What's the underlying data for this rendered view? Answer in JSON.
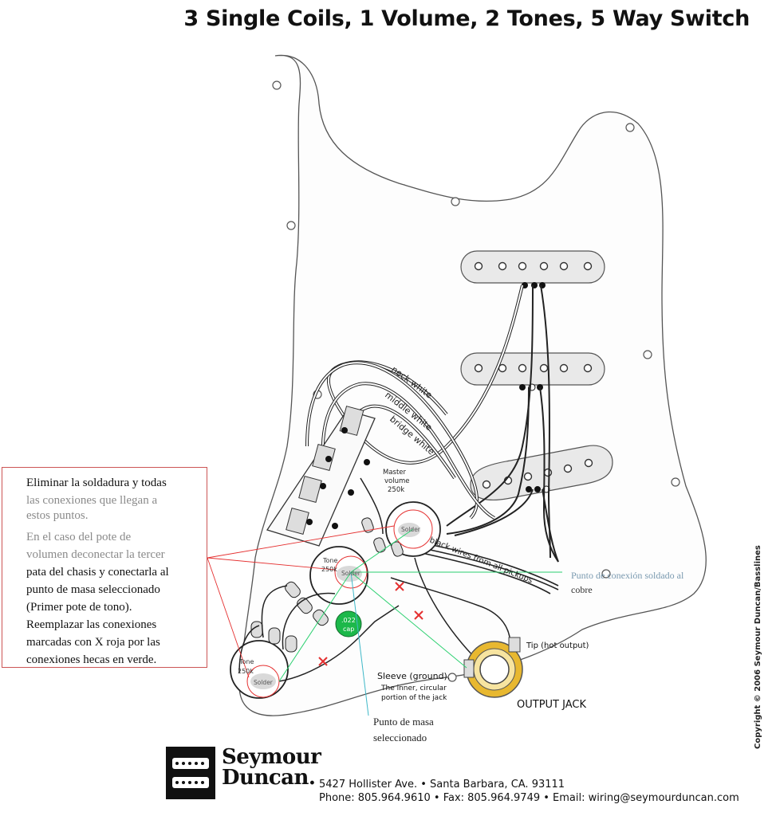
{
  "title": "3 Single Coils, 1 Volume, 2 Tones, 5 Way Switch",
  "wire_labels": {
    "neck": "neck white",
    "middle": "middle white",
    "bridge": "bridge white",
    "black": "black wires from all pickups"
  },
  "components": {
    "master_volume_line1": "Master",
    "master_volume_line2": "volume",
    "master_volume_line3": "250k",
    "tone1_line1": "Tone",
    "tone1_line2": "250k",
    "tone2_line1": "Tone",
    "tone2_line2": "250k",
    "solder": "Solder",
    "cap_line1": ".022",
    "cap_line2": "cap",
    "tip": "Tip (hot output)",
    "sleeve": "Sleeve (ground).",
    "sleeve_desc1": "The inner, circular",
    "sleeve_desc2": "portion of the jack",
    "output_jack": "OUTPUT JACK"
  },
  "annotations": {
    "note_lines": [
      "Eliminar la soldadura y todas",
      "las conexiones que llegan a",
      "estos puntos.",
      "En el caso del pote de",
      "volumen deconectar la tercer",
      "pata del chasis y conectarla al",
      "punto de masa seleccionado",
      "(Primer pote de tono).",
      "Reemplazar las conexiones",
      "marcadas con X roja por las",
      "conexiones hecas en verde."
    ],
    "connection_point_line1": "Punto de conexión soldado al",
    "connection_point_line2": "cobre",
    "ground_point_line1": "Punto de masa",
    "ground_point_line2": "seleccionado"
  },
  "colors": {
    "note_dark": "#111111",
    "note_light": "#8a8a8a",
    "red_marks": "#e53030",
    "green_wire": "#2cd070",
    "cyan_wire": "#3fb8c8",
    "cap_green": "#1cb84a",
    "jack_gold": "#e8b830"
  },
  "footer": {
    "brand_line1": "Seymour",
    "brand_line2": "Duncan.",
    "address": "5427 Hollister Ave. • Santa Barbara, CA. 93111",
    "contact": "Phone: 805.964.9610 • Fax: 805.964.9749 • Email: wiring@seymourduncan.com",
    "copyright": "Copyright © 2006 Seymour Duncan/Basslines"
  }
}
